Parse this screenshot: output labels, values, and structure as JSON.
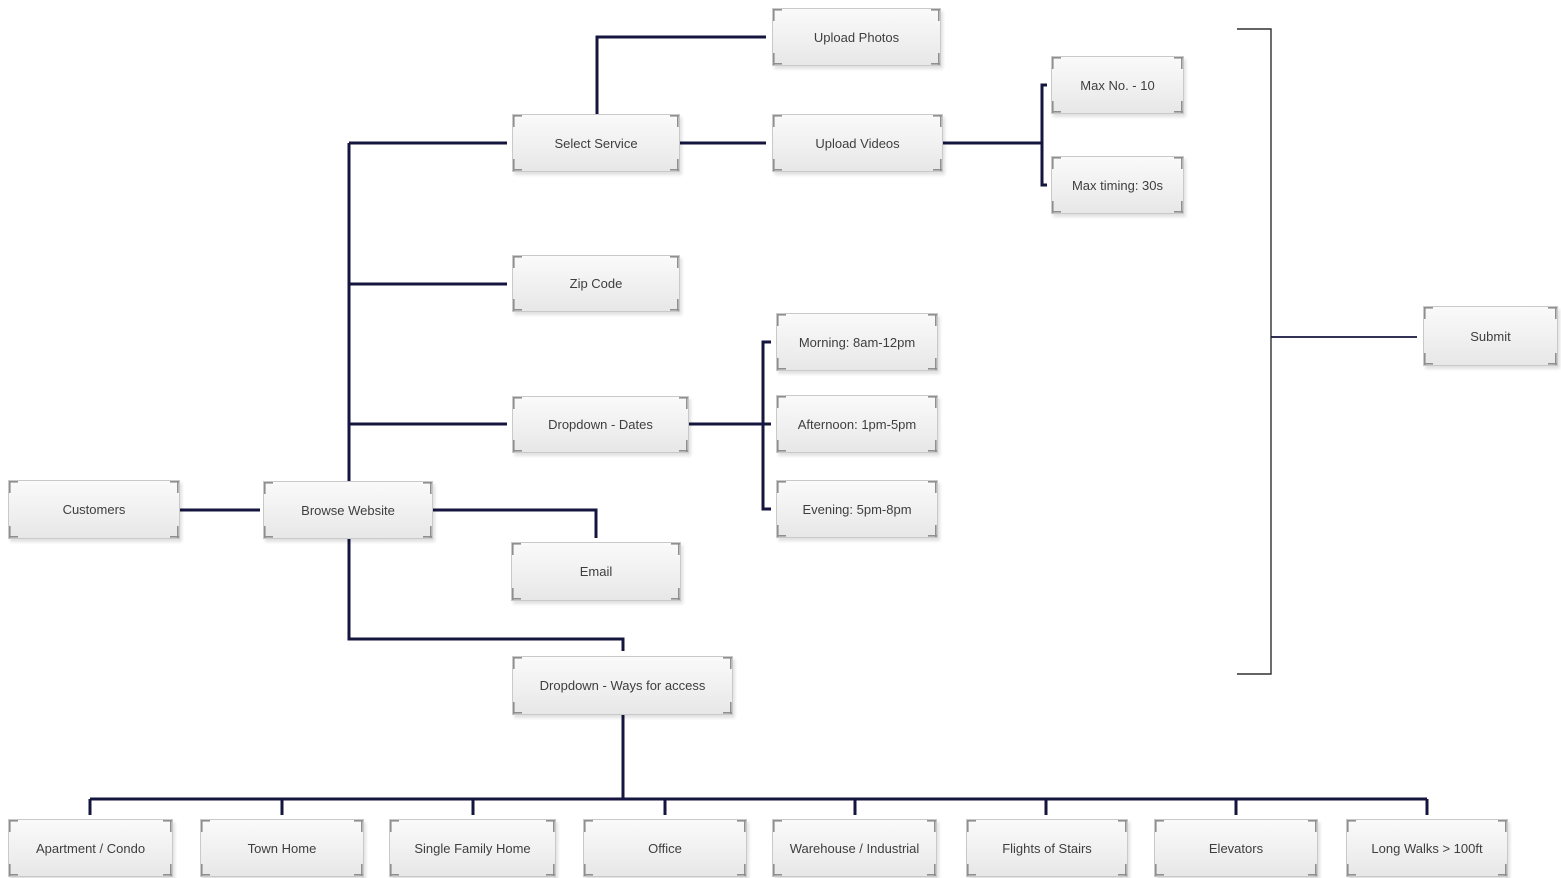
{
  "diagram": {
    "type": "flowchart",
    "nodes": {
      "customers": "Customers",
      "browse_website": "Browse Website",
      "select_service": "Select Service",
      "upload_photos": "Upload Photos",
      "upload_videos": "Upload Videos",
      "max_no": "Max No. - 10",
      "max_timing": "Max timing: 30s",
      "zip_code": "Zip Code",
      "dropdown_dates": "Dropdown - Dates",
      "morning": "Morning: 8am-12pm",
      "afternoon": "Afternoon: 1pm-5pm",
      "evening": "Evening: 5pm-8pm",
      "email": "Email",
      "dropdown_ways": "Dropdown - Ways for access",
      "submit": "Submit",
      "apartment": "Apartment / Condo",
      "town_home": "Town Home",
      "single_family": "Single Family Home",
      "office": "Office",
      "warehouse": "Warehouse / Industrial",
      "stairs": "Flights of Stairs",
      "elevators": "Elevators",
      "long_walks": "Long Walks > 100ft"
    },
    "edges": [
      {
        "from": "customers",
        "to": "browse_website"
      },
      {
        "from": "browse_website",
        "to": "select_service"
      },
      {
        "from": "browse_website",
        "to": "zip_code"
      },
      {
        "from": "browse_website",
        "to": "dropdown_dates"
      },
      {
        "from": "browse_website",
        "to": "email"
      },
      {
        "from": "browse_website",
        "to": "dropdown_ways"
      },
      {
        "from": "select_service",
        "to": "upload_photos"
      },
      {
        "from": "select_service",
        "to": "upload_videos"
      },
      {
        "from": "upload_videos",
        "to": "max_no"
      },
      {
        "from": "upload_videos",
        "to": "max_timing"
      },
      {
        "from": "dropdown_dates",
        "to": "morning"
      },
      {
        "from": "dropdown_dates",
        "to": "afternoon"
      },
      {
        "from": "dropdown_dates",
        "to": "evening"
      },
      {
        "from": "dropdown_ways",
        "to": "apartment"
      },
      {
        "from": "dropdown_ways",
        "to": "town_home"
      },
      {
        "from": "dropdown_ways",
        "to": "single_family"
      },
      {
        "from": "dropdown_ways",
        "to": "office"
      },
      {
        "from": "dropdown_ways",
        "to": "warehouse"
      },
      {
        "from": "dropdown_ways",
        "to": "stairs"
      },
      {
        "from": "dropdown_ways",
        "to": "elevators"
      },
      {
        "from": "dropdown_ways",
        "to": "long_walks"
      },
      {
        "from": "collector_bracket",
        "to": "submit"
      }
    ],
    "colors": {
      "connector": "#15153f",
      "collector_bracket": "#303030",
      "box_border": "#c9c9c9",
      "box_corner_mark": "#8f8f8f",
      "box_fill_top": "#fafafa",
      "box_fill_bottom": "#e7e7e7",
      "text": "#3e3e3e",
      "background": "#ffffff"
    }
  }
}
